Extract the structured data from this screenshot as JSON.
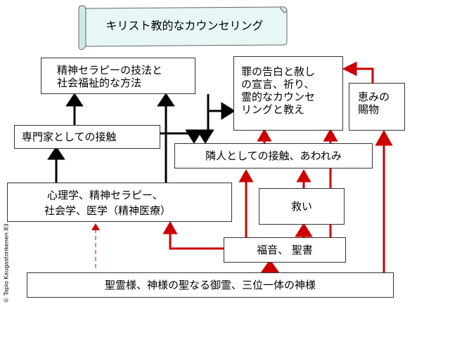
{
  "title": "キリスト教的なカウンセリング",
  "boxes": {
    "psychotherapy_methods": [
      "精神セラピーの技法と",
      "社会福祉的な方法"
    ],
    "sin_confession": [
      "罪の告白と赦し",
      "の宣言、祈り、",
      "霊的なカウンセ",
      "リングと教え"
    ],
    "grace_gift": [
      "恵みの",
      "賜物"
    ],
    "professional_contact": "専門家としての接触",
    "neighbor_contact": "隣人としての接触、あわれみ",
    "psychology": [
      "心理学、精神セラピー、",
      "社会学、医学（精神医療）"
    ],
    "salvation": "救い",
    "gospel": "福音、 聖書",
    "trinity": "聖霊様、神様の聖なる御霊、三位一体の神様"
  },
  "copyright": "© Tapio Kaugastonkenen 83",
  "colors": {
    "red": "#cc0000",
    "black": "#000000",
    "scroll_fill": "#e6f7f5"
  }
}
